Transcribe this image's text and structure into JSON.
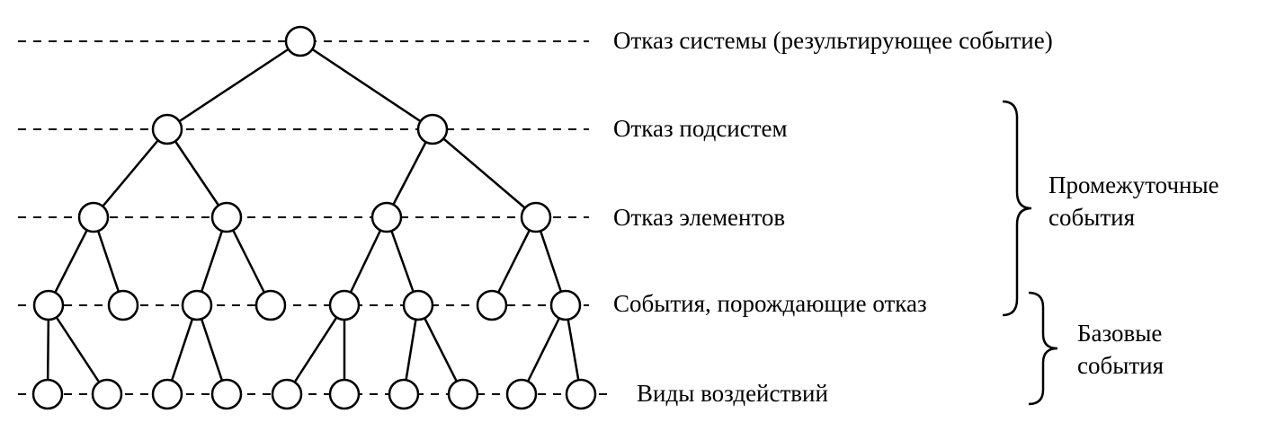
{
  "levels": {
    "system_failure": "Отказ системы (результирующее событие)",
    "subsystem_failure": "Отказ подсистем",
    "element_failure": "Отказ элементов",
    "causing_events": "События, порождающие отказ",
    "impact_types": "Виды воздействий"
  },
  "groups": {
    "intermediate": [
      "Промежуточные",
      "события"
    ],
    "base": [
      "Базовые",
      "события"
    ]
  },
  "tree": {
    "level_sizes": [
      1,
      2,
      4,
      8,
      10
    ],
    "edges": [
      [
        0,
        0,
        1,
        0
      ],
      [
        0,
        0,
        1,
        1
      ],
      [
        1,
        0,
        2,
        0
      ],
      [
        1,
        0,
        2,
        1
      ],
      [
        1,
        1,
        2,
        2
      ],
      [
        1,
        1,
        2,
        3
      ],
      [
        2,
        0,
        3,
        0
      ],
      [
        2,
        0,
        3,
        1
      ],
      [
        2,
        1,
        3,
        2
      ],
      [
        2,
        1,
        3,
        3
      ],
      [
        2,
        2,
        3,
        4
      ],
      [
        2,
        2,
        3,
        5
      ],
      [
        2,
        3,
        3,
        6
      ],
      [
        2,
        3,
        3,
        7
      ],
      [
        3,
        0,
        4,
        0
      ],
      [
        3,
        0,
        4,
        1
      ],
      [
        3,
        2,
        4,
        2
      ],
      [
        3,
        2,
        4,
        3
      ],
      [
        3,
        4,
        4,
        4
      ],
      [
        3,
        4,
        4,
        5
      ],
      [
        3,
        5,
        4,
        6
      ],
      [
        3,
        5,
        4,
        7
      ],
      [
        3,
        7,
        4,
        8
      ],
      [
        3,
        7,
        4,
        9
      ]
    ]
  },
  "colors": {
    "stroke": "#000000",
    "node_fill": "#ffffff",
    "background": "#ffffff"
  }
}
